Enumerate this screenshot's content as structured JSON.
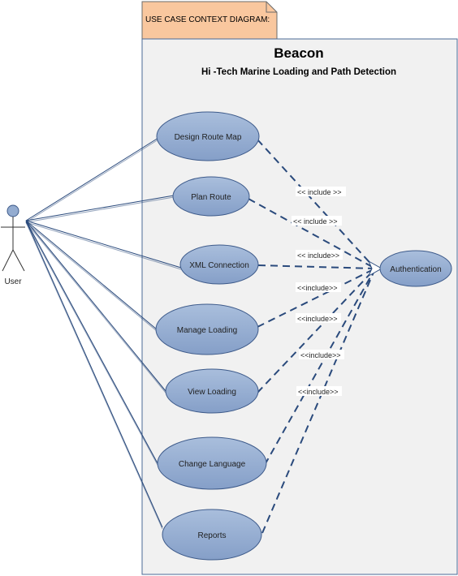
{
  "note": {
    "label": "USE CASE CONTEXT DIAGRAM:"
  },
  "system": {
    "title": "Beacon",
    "subtitle": "Hi -Tech Marine Loading and Path Detection"
  },
  "actor": {
    "label": "User"
  },
  "authentication": {
    "label": "Authentication"
  },
  "use_cases": [
    {
      "id": "uc-design-route-map",
      "label": "Design Route Map"
    },
    {
      "id": "uc-plan-route",
      "label": "Plan Route"
    },
    {
      "id": "uc-xml-connection",
      "label": "XML Connection"
    },
    {
      "id": "uc-manage-loading",
      "label": "Manage Loading"
    },
    {
      "id": "uc-view-loading",
      "label": "View Loading"
    },
    {
      "id": "uc-change-language",
      "label": "Change Language"
    },
    {
      "id": "uc-reports",
      "label": "Reports"
    }
  ],
  "include_labels": [
    "<< include >>",
    "<< include >>",
    "<< include>>",
    "<<include>>",
    "<<include>>",
    "<<include>>",
    "<<include>>"
  ],
  "colors": {
    "ellipse_fill": "#94acd0",
    "ellipse_stroke": "#3d5a8a",
    "line": "#2a4a7c",
    "system_fill": "#f1f1f1",
    "note_fill": "#f9c79e"
  }
}
